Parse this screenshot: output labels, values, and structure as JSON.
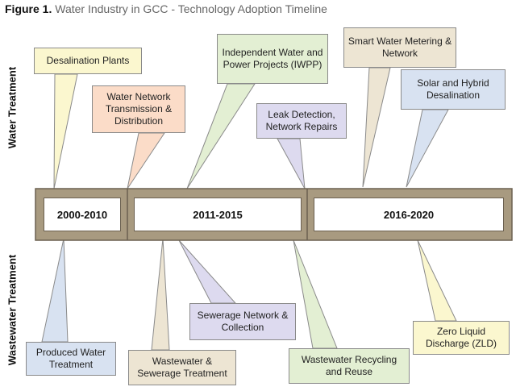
{
  "title": {
    "figure_label": "Figure 1.",
    "text": "Water Industry in GCC - Technology Adoption Timeline"
  },
  "sections": {
    "top": "Water Treatment",
    "bottom": "Wastewater Treatment"
  },
  "timeline": {
    "periods": [
      "2000-2010",
      "2011-2015",
      "2016-2020"
    ]
  },
  "colors": {
    "band": "#a89a80",
    "band_border": "#6b6050",
    "yellow": "#fbf7cf",
    "peach": "#fbdcc8",
    "green": "#e3efd3",
    "lavender": "#dddaef",
    "beige": "#ede5d3",
    "blue": "#d8e2f1",
    "stroke": "#8a8a8a"
  },
  "callouts": {
    "desalination": "Desalination Plants",
    "network_transmission": "Water Network Transmission & Distribution",
    "iwpp": "Independent Water and Power Projects (IWPP)",
    "leak_detection": "Leak Detection, Network Repairs",
    "smart_metering": "Smart Water Metering & Network",
    "solar_hybrid": "Solar and Hybrid Desalination",
    "produced_water": "Produced Water Treatment",
    "wastewater_sewerage": "Wastewater & Sewerage Treatment",
    "sewerage_network": "Sewerage Network & Collection",
    "wastewater_recycling": "Wastewater Recycling and Reuse",
    "zld": "Zero Liquid Discharge (ZLD)"
  }
}
